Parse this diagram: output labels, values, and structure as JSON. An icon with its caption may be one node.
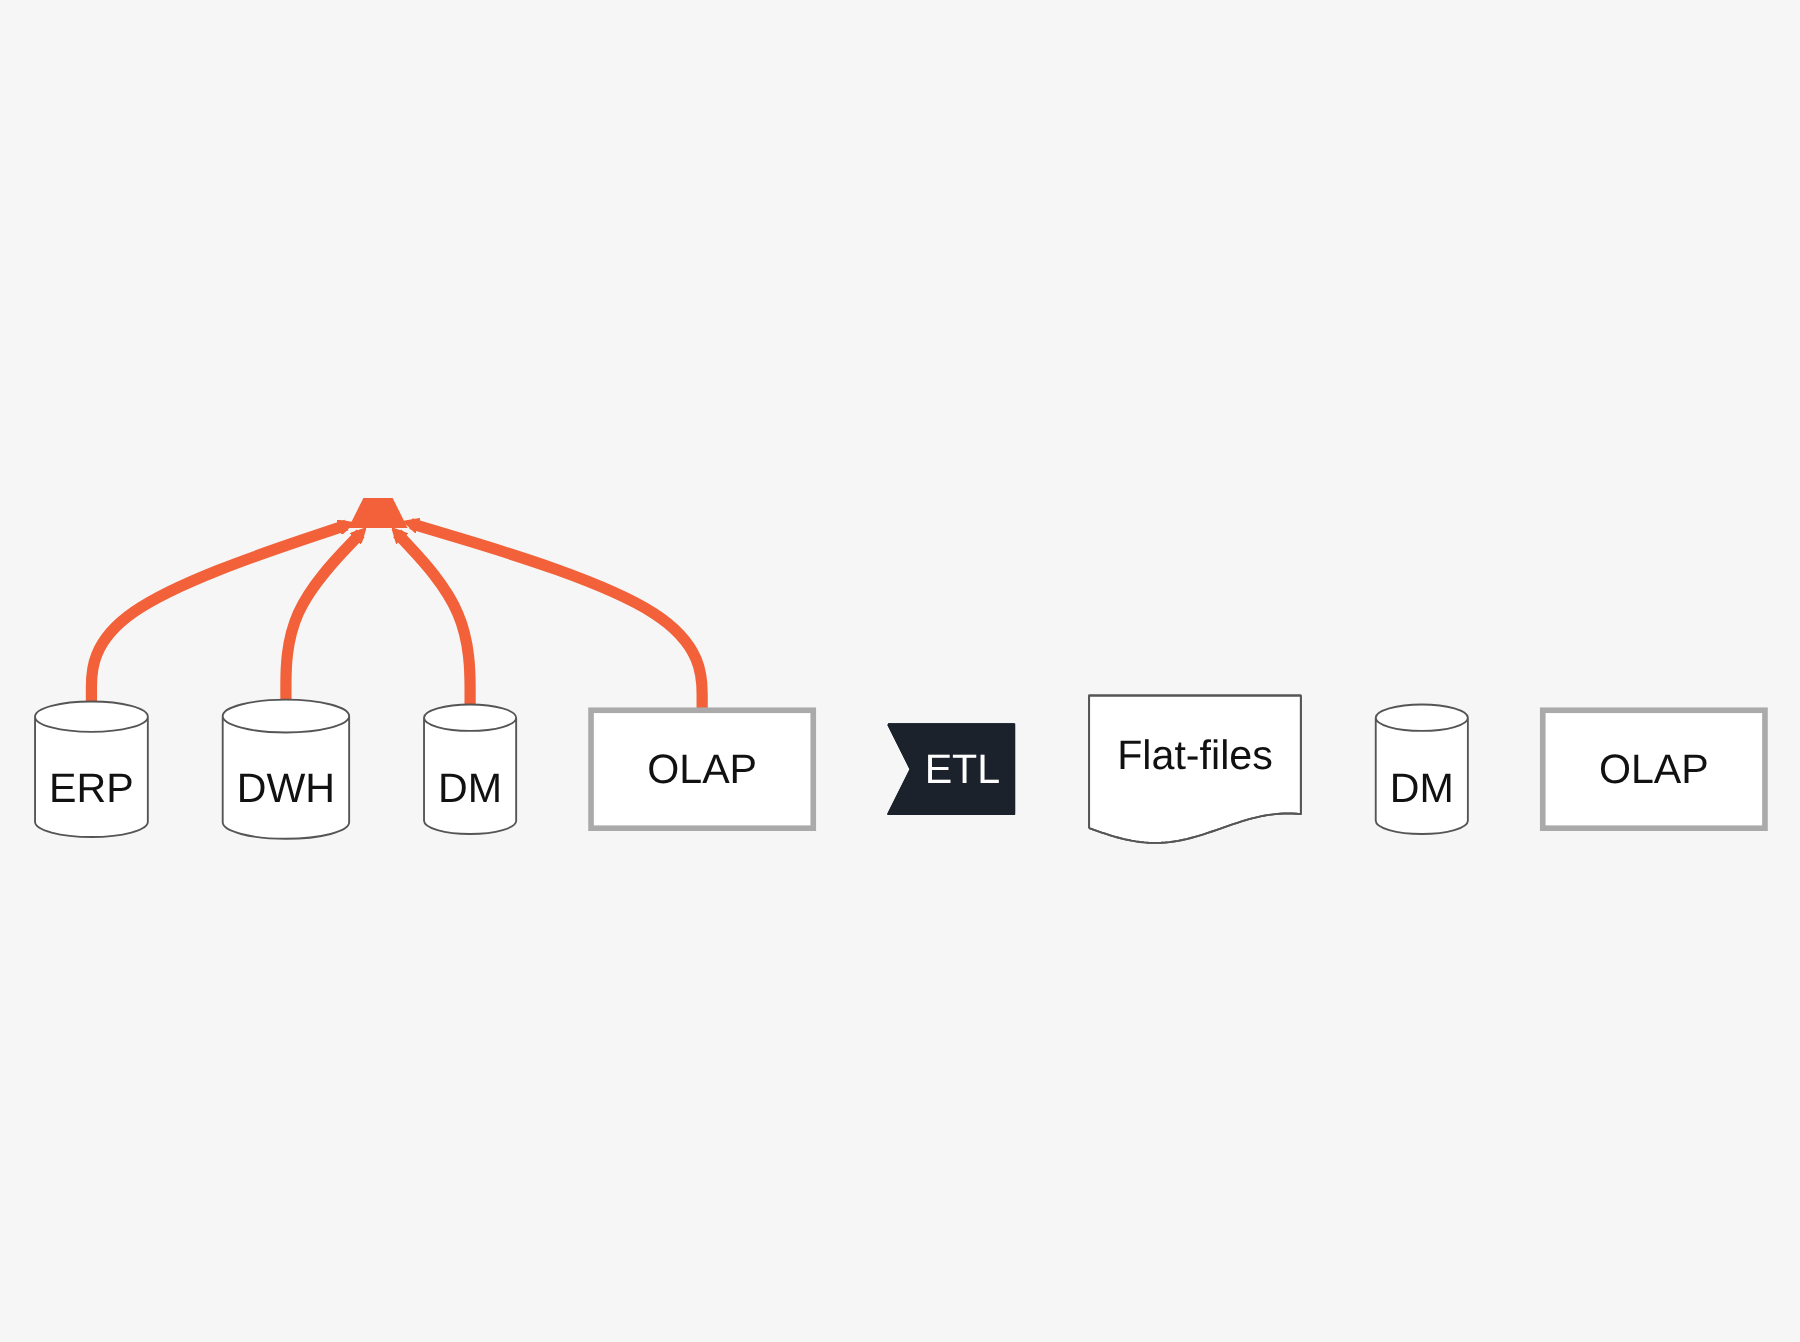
{
  "diagram": {
    "nodes": [
      {
        "text": [],
        "shape": "trapezoid"
      },
      {
        "text": [
          "ERP"
        ]
      },
      {
        "text": [
          "DM"
        ]
      },
      {
        "text": [
          "OLAP"
        ]
      },
      {
        "text": [
          "DWH"
        ]
      },
      {
        "text": [
          "ETL"
        ]
      },
      {
        "text": [
          "Flat-files"
        ]
      },
      {
        "text": [
          "DM"
        ]
      },
      {
        "text": [
          "OLAP"
        ]
      }
    ],
    "edges": [
      {
        "from": 1,
        "to": 0,
        "arrow": "to"
      },
      {
        "from": 4,
        "to": 0,
        "arrow": "to"
      },
      {
        "from": 2,
        "to": 0,
        "arrow": "to"
      },
      {
        "from": 3,
        "to": 0,
        "arrow": "to"
      }
    ]
  }
}
